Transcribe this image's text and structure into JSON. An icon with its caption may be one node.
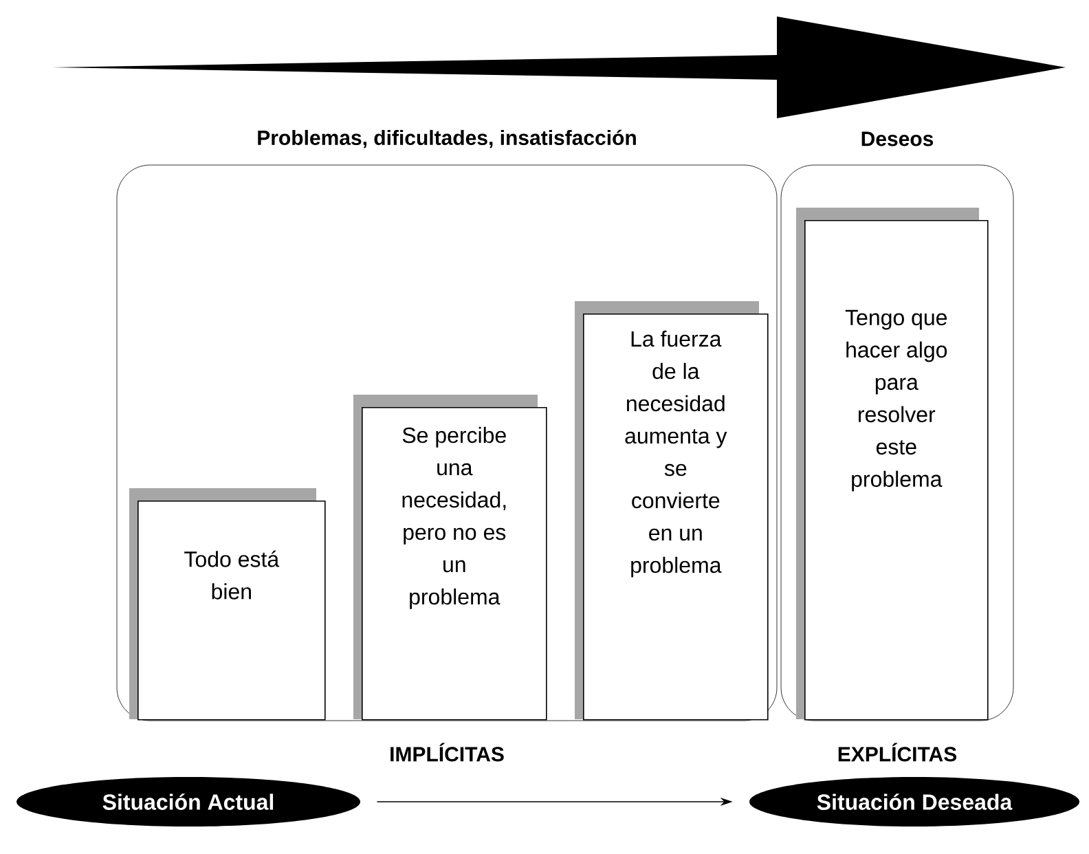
{
  "diagram": {
    "nodes": [
      {
        "text": [
          "Problemas, dificultades, insatisfacción",
          "IMPLÍCITAS"
        ]
      },
      {
        "text": [
          "Deseos",
          "EXPLÍCITAS"
        ]
      },
      {
        "text": [
          "Todo está bien"
        ],
        "in": 0
      },
      {
        "text": [
          "Se percibe una necesidad, pero no es un problema"
        ],
        "in": 0
      },
      {
        "text": [
          "La fuerza de la necesidad aumenta y se convierte en un problema"
        ],
        "in": 0
      },
      {
        "text": [
          "Tengo que hacer algo para resolver este problema"
        ],
        "in": 1
      },
      {
        "text": [
          "Situación Actual"
        ]
      },
      {
        "text": [
          "Situación Deseada"
        ]
      }
    ],
    "edges": [
      {
        "from": 6,
        "to": 7,
        "arrow": "to"
      }
    ]
  }
}
